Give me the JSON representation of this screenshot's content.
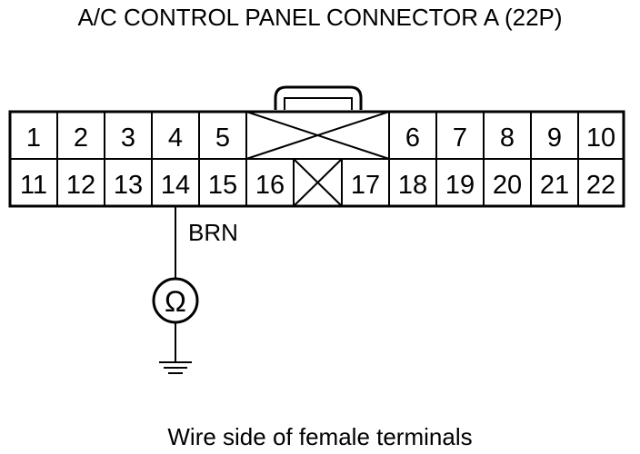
{
  "title": "A/C CONTROL PANEL CONNECTOR A (22P)",
  "caption": "Wire side of female terminals",
  "wire_color": "BRN",
  "meter_symbol": "Ω",
  "probe_terminal": "14",
  "connector": {
    "top_row": [
      "1",
      "2",
      "3",
      "4",
      "5",
      "",
      "6",
      "7",
      "8",
      "9",
      "10"
    ],
    "bottom_row": [
      "11",
      "12",
      "13",
      "14",
      "15",
      "16",
      "",
      "17",
      "18",
      "19",
      "20",
      "21",
      "22"
    ]
  },
  "icons": [
    "lock-tab-icon",
    "ohmmeter-icon",
    "ground-icon"
  ]
}
